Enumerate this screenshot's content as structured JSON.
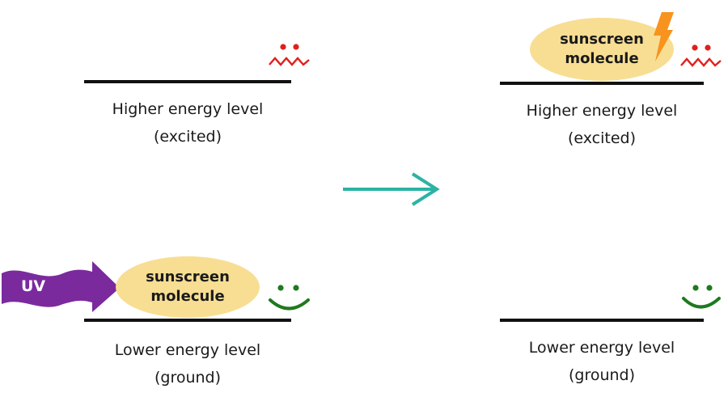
{
  "left_panel": {
    "excited": {
      "label": "Higher energy level",
      "sublabel": "(excited)"
    },
    "ground": {
      "label": "Lower energy level",
      "sublabel": "(ground)",
      "molecule_line1": "sunscreen",
      "molecule_line2": "molecule",
      "uv_text": "UV"
    }
  },
  "right_panel": {
    "excited": {
      "label": "Higher energy level",
      "sublabel": "(excited)",
      "molecule_line1": "sunscreen",
      "molecule_line2": "molecule"
    },
    "ground": {
      "label": "Lower energy level",
      "sublabel": "(ground)"
    }
  },
  "colors": {
    "molecule_fill": "#F8DE93",
    "uv_arrow": "#7B2A9E",
    "transition_arrow": "#2BB3A4",
    "sad_face": "#E0201B",
    "happy_face": "#1E7A1E",
    "lightning": "#F7931E",
    "level_line": "#111111"
  },
  "icons": [
    "sad-face-icon",
    "happy-face-icon",
    "lightning-icon",
    "uv-wave-arrow-icon",
    "transition-arrow-icon"
  ]
}
